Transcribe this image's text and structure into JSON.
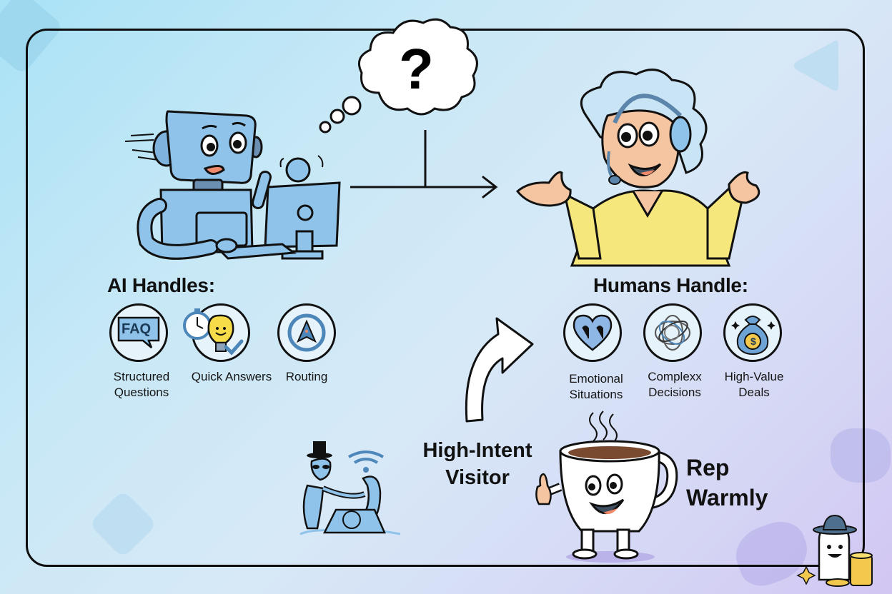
{
  "thought_bubble": {
    "symbol": "?"
  },
  "ai_section": {
    "heading": "AI Handles:",
    "items": [
      {
        "label_line1": "Structured",
        "label_line2": "Questions",
        "icon": "faq-bubble-icon",
        "icon_text": "FAQ"
      },
      {
        "label_line1": "Quick Answers",
        "label_line2": "",
        "icon": "stopwatch-lightbulb-icon"
      },
      {
        "label_line1": "Routing",
        "label_line2": "",
        "icon": "navigation-compass-icon"
      }
    ]
  },
  "human_section": {
    "heading": "Humans Handle:",
    "items": [
      {
        "label_line1": "Emotional",
        "label_line2": "Situations",
        "icon": "crying-heart-icon"
      },
      {
        "label_line1": "Complexx",
        "label_line2": "Decisions",
        "icon": "tangled-yarn-icon"
      },
      {
        "label_line1": "High-Value",
        "label_line2": "Deals",
        "icon": "money-bag-icon",
        "icon_text": "$"
      }
    ]
  },
  "bottom": {
    "visitor_line1": "High-Intent",
    "visitor_line2": "Visitor",
    "rep_line1": "Rep",
    "rep_line2": "Warmly"
  },
  "colors": {
    "robot_blue": "#8fc3ea",
    "human_shirt": "#f6e77d",
    "skin": "#f5c4a0",
    "outline": "#111111",
    "coin_gold": "#f2c94c"
  }
}
